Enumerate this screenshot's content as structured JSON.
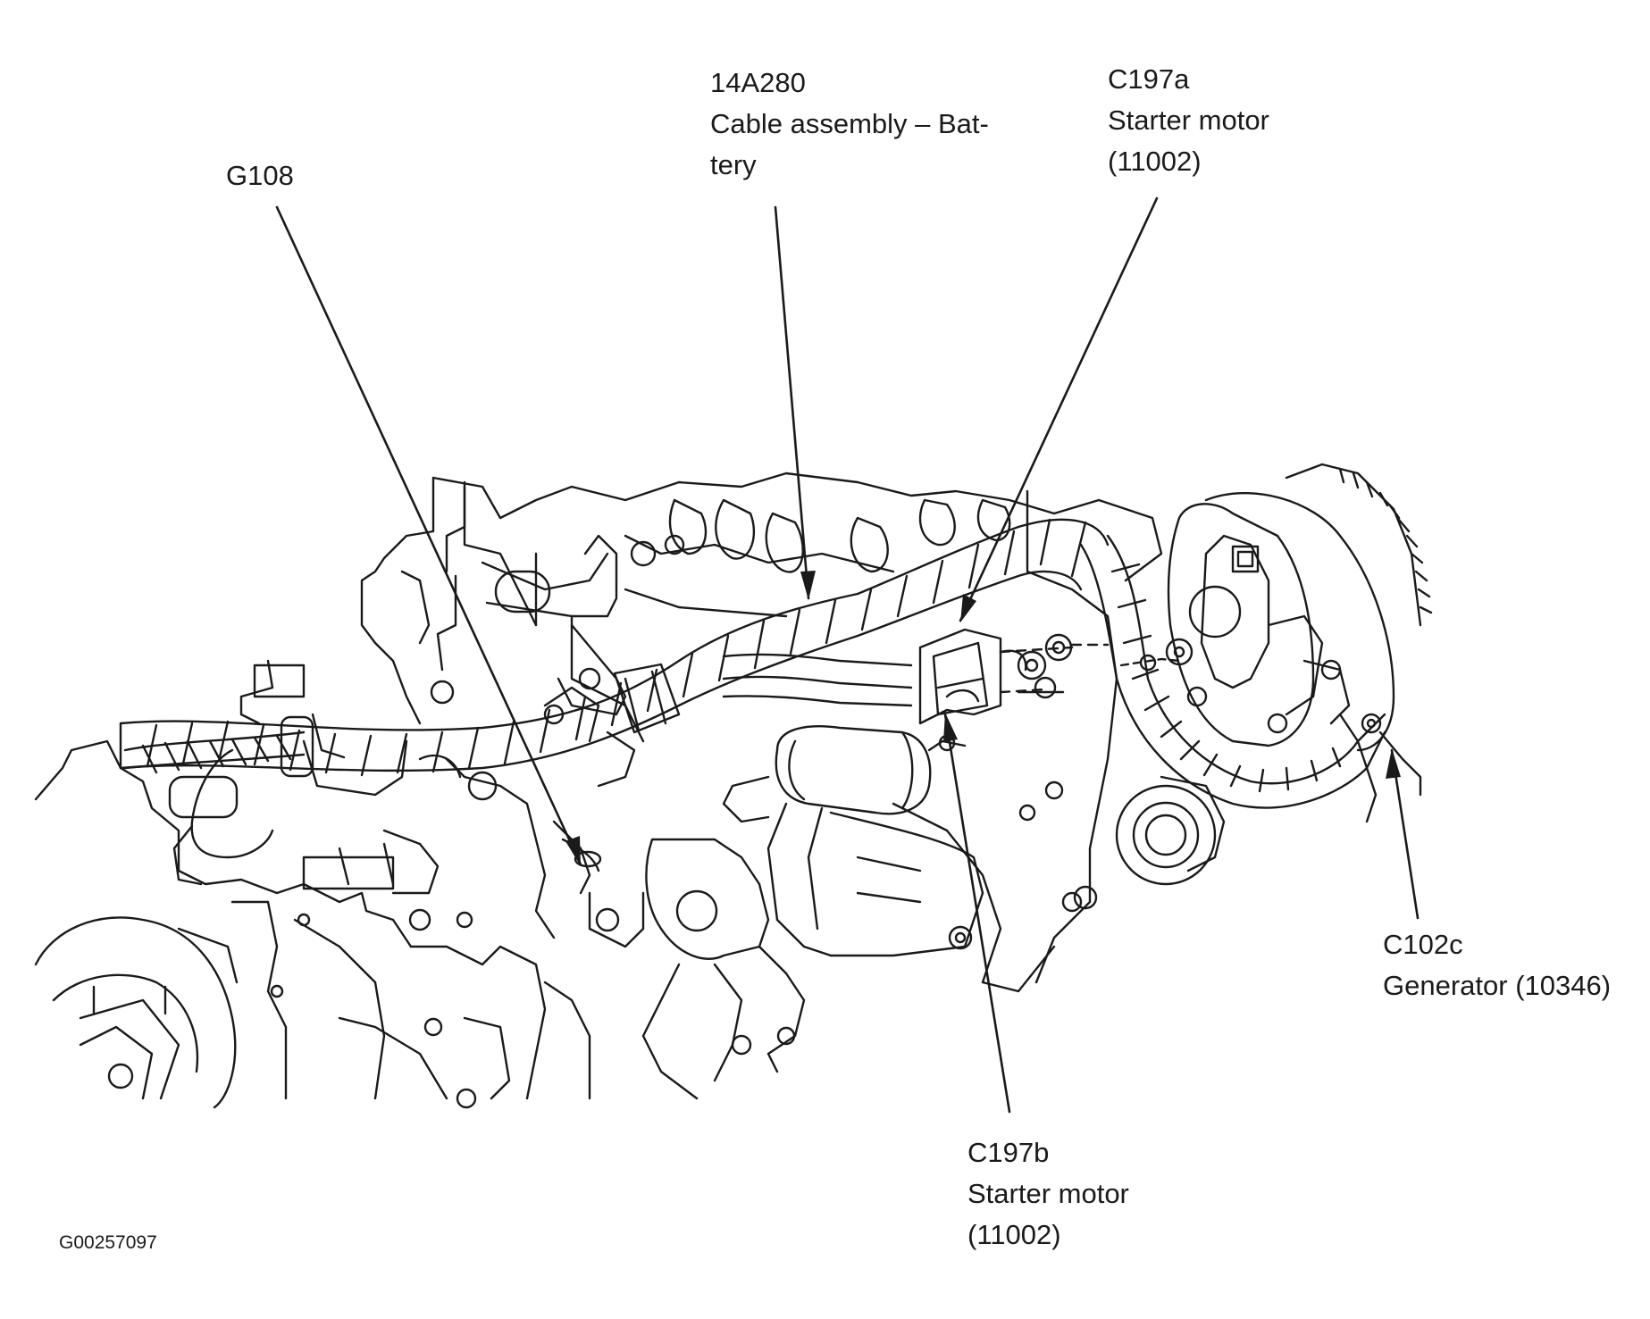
{
  "callouts": {
    "g108": {
      "code": "G108"
    },
    "cable_14a280": {
      "code": "14A280",
      "desc_line1": "Cable assembly – Bat-",
      "desc_line2": "tery"
    },
    "c197a": {
      "code": "C197a",
      "desc_line1": "Starter motor",
      "desc_line2": "(11002)"
    },
    "c197b": {
      "code": "C197b",
      "desc_line1": "Starter motor",
      "desc_line2": "(11002)"
    },
    "c102c": {
      "code": "C102c",
      "desc_line1": "Generator (10346)"
    }
  },
  "figure_id": "G00257097",
  "colors": {
    "ink": "#1a1a1a",
    "background": "#ffffff"
  }
}
